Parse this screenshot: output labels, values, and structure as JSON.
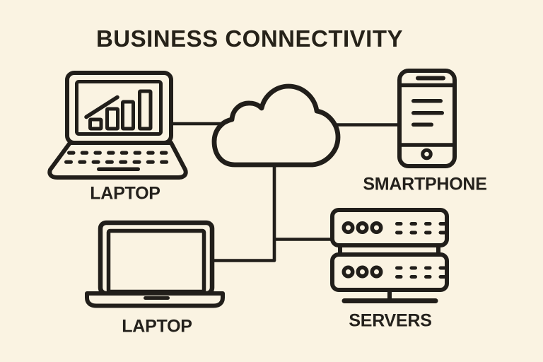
{
  "title": "BUSINESS CONNECTIVITY",
  "colors": {
    "background": "#faf3e2",
    "ink": "#211e1a"
  },
  "hub": {
    "id": "cloud",
    "icon": "cloud-icon"
  },
  "nodes": [
    {
      "id": "laptop-top",
      "label": "LAPTOP",
      "icon": "laptop-chart-icon"
    },
    {
      "id": "smartphone",
      "label": "SMARTPHONE",
      "icon": "smartphone-icon"
    },
    {
      "id": "laptop-bottom",
      "label": "LAPTOP",
      "icon": "laptop-icon"
    },
    {
      "id": "servers",
      "label": "SERVERS",
      "icon": "server-stack-icon"
    }
  ],
  "connections": [
    {
      "from": "laptop-top",
      "to": "cloud"
    },
    {
      "from": "cloud",
      "to": "smartphone"
    },
    {
      "from": "cloud",
      "to": "laptop-bottom"
    },
    {
      "from": "cloud",
      "to": "servers"
    }
  ]
}
